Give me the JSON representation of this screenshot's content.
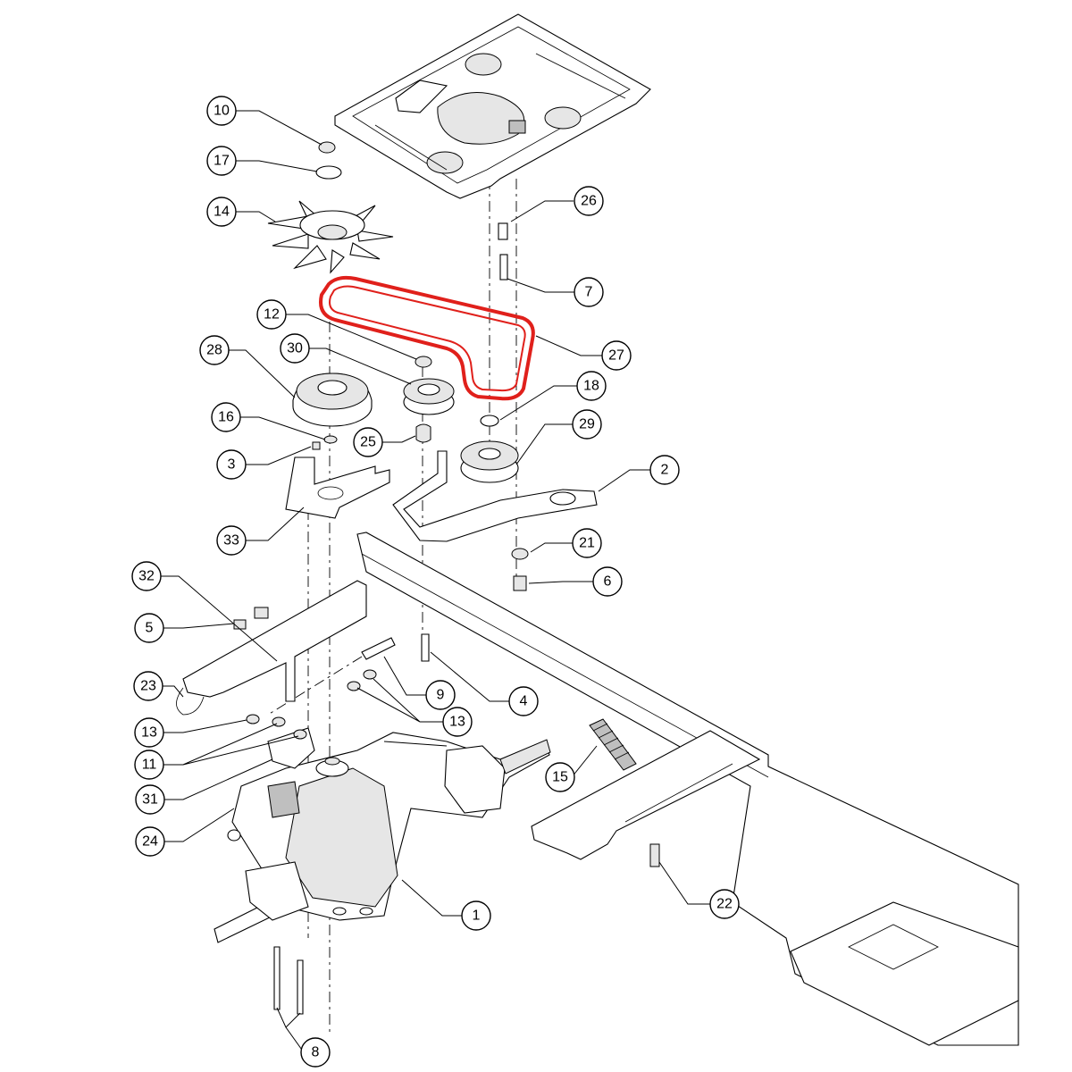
{
  "colors": {
    "belt": "#e0201b",
    "line": "#000000"
  },
  "callouts": [
    {
      "label": "10"
    },
    {
      "label": "17"
    },
    {
      "label": "14"
    },
    {
      "label": "26"
    },
    {
      "label": "7"
    },
    {
      "label": "12"
    },
    {
      "label": "30"
    },
    {
      "label": "28"
    },
    {
      "label": "27"
    },
    {
      "label": "18"
    },
    {
      "label": "16"
    },
    {
      "label": "25"
    },
    {
      "label": "29"
    },
    {
      "label": "3"
    },
    {
      "label": "2"
    },
    {
      "label": "33"
    },
    {
      "label": "21"
    },
    {
      "label": "32"
    },
    {
      "label": "6"
    },
    {
      "label": "5"
    },
    {
      "label": "23"
    },
    {
      "label": "9"
    },
    {
      "label": "4"
    },
    {
      "label": "13"
    },
    {
      "label": "13"
    },
    {
      "label": "11"
    },
    {
      "label": "15"
    },
    {
      "label": "31"
    },
    {
      "label": "24"
    },
    {
      "label": "22"
    },
    {
      "label": "1"
    },
    {
      "label": "8"
    }
  ]
}
